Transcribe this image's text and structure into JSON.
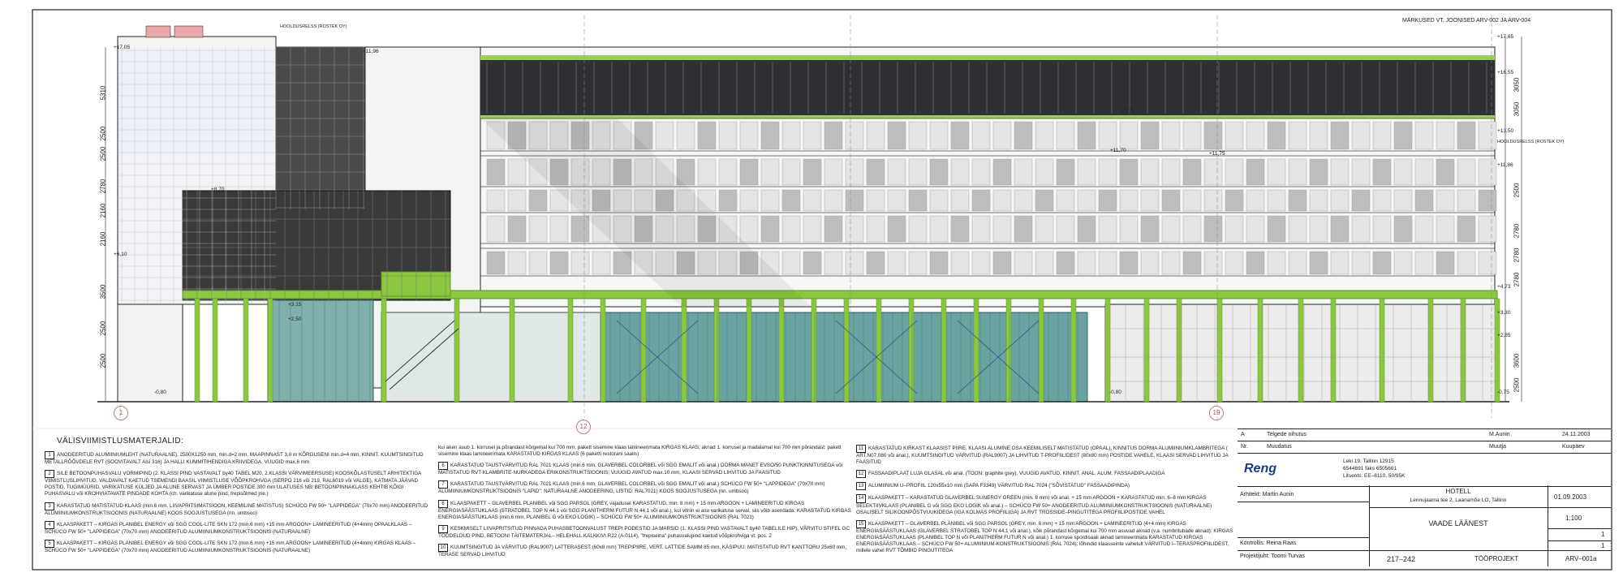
{
  "header_note": "MÄRKUSED VT. JOONISED ARV-002 JA ARV-004",
  "facade_labels": {
    "hooldusrelss_1": "HOOLDUSRELSS (ROSTEK OY)",
    "hooldusrelss_2": "HOOLDUSRELSS (ROSTEK OY)",
    "elev_left": [
      "+17,05",
      "+11,96",
      "+8,70",
      "+6,10",
      "+3,15",
      "+2,50",
      "-0,80"
    ],
    "elev_right": [
      "+17,65",
      "+16,55",
      "+13,50",
      "+11,86",
      "+4,73",
      "+3,30",
      "+2,85",
      "-0,75"
    ],
    "elev_mid": [
      "+11,70",
      "+13,75",
      "+11,75",
      "-0,80"
    ],
    "dims_left": [
      "5310",
      "2500",
      "2500",
      "2780",
      "2160",
      "2160",
      "3500",
      "2500",
      "2500"
    ],
    "dims_right": [
      "3050",
      "3050",
      "2500",
      "2780",
      "2780",
      "2780",
      "3600",
      "2500"
    ],
    "axis_bottom": [
      "1",
      "12",
      "19"
    ]
  },
  "materials_title": "VÄLISVIIMISTLUSMATERJALID:",
  "materials_col1": [
    {
      "n": "1",
      "t": "ANODEERITUD ALUMIINIUMLEHT (NATURAALNE), 2500X1250 mm, min.d=2 mm, MAAPINNAST 3,0 m KÕRGUSENI min.d=4 mm, KINNIT. KUUMTSINGITUD METALLRÕÕVDELE RVT (SOOVITAVALT Alsi 316) JA HALLI KUMMITIHENDIGA KRIIVIDEGA, VUUGID max.6 mm"
    },
    {
      "n": "2",
      "t": "SILE BETOONPUHASVALU VORMIPIND (2. KLASSI PIND VASTAVALT by40 TABEL M20, 2.KLASSI VÄRVIMEERSUSE) KOOSKÕLASTUSELT ARHITEKTIGA VIIMISTLUSLIHVITUD, VALDAVALT KAETUD TSEMENDI BAASIL VIIMISTLUSE VÕÕPKROHVGA (SERPO 216 või 219, RAL6019 või VALGE), KATMATA JÄÄVAD POSTID, TUGIMÜÜRID, VARIKATUSE KÜLJED JA ALUNE SERVAST JA ÜMBER POSTIDE 300 mm ULATUSES NB! BETOONPINNAKLASS KEHTIB KÕIGI PUHASVALU või KROHVIATAVATE PINDADE KOHTA (ch. varikatuse alune pind, trepisõlmed jne.)"
    },
    {
      "n": "3",
      "t": "KARASTATUD MATISTATUD KLAAS (min.6 mm, LIIVAPRITSIMATSIOON, KEEMILINE MATISTUS) SCHÜCO FW 50+ \"LAPPIDEGA\" (70x70 mm) ANODEERITUD ALUMIINIUMKONSTRUKTSIOONIS (NATURAALNE) KOOS SOOJUSTUSEGA (nn. umbsoo)"
    },
    {
      "n": "4",
      "t": "KLAASPAKETT – KIRGAS PLANIBEL ENERGY või SGG COOL-LITE SKN 172 (min.6 mm) +15 mm ARGOON+ LAMINEERITUD (4+4mm) OPAALKLAAS – SCHÜCO FW 50+ \"LAPPIDEGA\" (70x70 mm) ANODEERITUD ALUMIINIUMKONSTRUKTSIOONIS (NATURAALNE)"
    },
    {
      "n": "5",
      "t": "KLAASPAKETT – KIRGAS PLANIBEL ENERGY või SGG COOL-LITE SKN 172 (min.6 mm) +15 mm ARGOON+ LAMINEERITUD (4+4mm) KIRGAS KLAAS – SCHÜCO FW 50+ \"LAPPIDEGA\" (70x70 mm) ANODEERITUD ALUMIINIUMKONSTRUKTSIOONIS (NATURAALNE)"
    }
  ],
  "materials_col2": [
    {
      "n": "",
      "t": "kui aken asub 1. korrusel ja põrandast kõrgemal kui 700 mm: pakett sisemine klaas lamineerimata KIRGAS KLAAS, aknad 1. korrusel ja madalamal kui 700 mm põrandast: pakett sisemine klaas lamineerimata KARASTATUD KIRGAS KLAAS (6 paketti restorani saalis)"
    },
    {
      "n": "6",
      "t": "KARASTATUD TAUSTVÄRVITUD RAL 7021 KLAAS (min.6 mm, GLAVERBEL COLORBEL või SGG EMALIT või anal.) DORMA MANET EVSO/50 PUNKTKINNITUSEGA või MATISTATUD RVT KLAMBRITE-NURKADEGA ERIKONSTRUKTSIOONIS, VUUGID AVATUD max.10 mm, KLAASI SERVAD LIHVITUD JA FAASITUD"
    },
    {
      "n": "7",
      "t": "KARASTATUD TAUSTVÄRVITUD RAL 7021 KLAAS (min.6 mm, GLAVERBEL COLORBEL või SGG EMALIT või anal.) SCHÜCO FW 50+ \"LAPPIDEGA\" (70x70 mm) ALUMIINIUMKONSTRUKTSIOONIS \"LAPID\": NATURAALNE ANODEERING, LISTID: RAL7021) KOOS SOOJUSTUSEGA (nn. umbsoo)"
    },
    {
      "n": "8",
      "t": "KLAASPAKETT – GLAVERBEL PLANIBEL või SGG PARSOL (GREY, vajadusel KARASTATUD, min. 8 mm) + 15 mm ARGOON + LAMINEERITUD KIRGAS ENERGIASÄÄSTUKLAAS (STRATOBEL TOP N 44.1 või SGG PLANITHERM FUTUR N 44.1 või anal.), kui vitriin ei asu varikatuse serval, siis võib asendada: KARASTATUD KIRGAS ENERGIASÄÄSTUKLAAS (min.6 mm, PLANIBEL G või EKO LOGIK) – SCHÜCO FW 50+ ALUMIINIUMKONSTRUKTSIOONIS (RAL 7021)"
    },
    {
      "n": "9",
      "t": "KESKMISELT LIIVAPRITSITUD PINNAGA PUHASBETOONVALUST TREPI PODESTID JA MARSID (1. KLASSI PIND VASTAVALT by40 TABELILE HIP), VÄRVITU STIFEL GC TÖÖDELDUD PIND, BETOONI TÄITEMATERJAL– HELEHALL KALKKIVI R22 (A-0114), \"trepiseina\" puhasvalupind kaetud võõpkrohviga vt. pos. 2"
    },
    {
      "n": "10",
      "t": "KUUMTSINGITUD JA VÄRVITUD (RAL9007) LATTERASEST (60x8 mm) TREPIPIIRE, VERT. LATTIDE SAMM 85 mm, KÄSIPUU: MATISTATUD RVT KANTTORU 25x60 mm, TERASE SERVAD LIHVITUD"
    }
  ],
  "materials_col3": [
    {
      "n": "11",
      "t": "KARASTATUD KIRKAST KLAASIST PIIRE, KLAASI ALUMINE OSA KEEMILISELT MATISTATUD (OPAAL), KINNITUS DORMA ALUMIINIUMKLAMBRITEGA ( ART.N07.080 või anal.), KUUMTSINGITUD VÄRVITUD (RAL9007) JA LIHVITUD T-PROFIILIDEST (80x80 mm) POSTIDE VAHELE, KLAASI SERVAD LIHVITUD JA FAASITUD"
    },
    {
      "n": "12",
      "t": "FASSAADIPLAAT LUJA GLASAL või anal. (TOON: graphite grey), VUUGID AVATUD, KINNIT. ANAL. ALUM. FASSAADIPLAADIGA"
    },
    {
      "n": "13",
      "t": "ALUMIINIUM U–PROFIIL 120x55x10 mm (SAPA F3349) VÄRVITUD RAL 7024 (\"SÕVISTATUD\" FASSAADIPINDA)"
    },
    {
      "n": "14",
      "t": "KLAASPAKETT – KARASTATUD GLAVERBEL SUNERGY GREEN (min. 8 mm) või anal. + 15 mm ARGOON + KARASTATUD min. 6–8 mm KIRGAS SELEKTIIVKLAAS (PLANIBEL G või SGG EKO LOGIK või anal.) – SCHÜCO FW 50+ ANODEERITUD ALUMIINIUMKONSTRUKTSIOONIS (NATURAALNE) OSALISELT SILIKOONPÕSTVUUKIDEGA (IGA KOLMAS PROFIILIGA) JA RVT TROSSIDE–PINGUTITEGA PROFIILIPOSTIDE VAHEL"
    },
    {
      "n": "15",
      "t": "KLAASPAKETT – GLAVERBEL PLANIBEL või SGG PARSOL (GREY, min. 6 mm) + 15 mm ARGOON + LAMINEERITUD (4+4 mm) KIRGAS ENERGIASÄÄSTUKLAAS (GLAVERBEL STRATOBEL TOP N 44.1 või anal.), kõik põrandast kõrgemal kui 700 mm asuvad aknad (v.a. numbritubade aknad): KIRGAS ENERGIASÄÄSTUKLAAS (PLANIBEL TOP N või PLANITHERM FUTUR N või anal.) 1. korruse spordisaali aknad lamineerimata KARASTATUD KIRGAS ENERGIASÄÄSTUKLAAS – SCHÜCO FW 50+ ALUMIINIUM-KONSTRUKTSIOONIS (RAL 7024); lõhindid klaasseinte vahetult VÄRVITUD I–TERASPROFIILIDEST, millele vahel RVT TÕMBID PINGUTITEGA"
    }
  ],
  "revision_table": {
    "rows": [
      {
        "code": "A",
        "desc": "Telgede nihutus",
        "author": "M.Aunin",
        "date": "24.11.2003"
      },
      {
        "code": "Nr.",
        "desc": "Muudatus",
        "author": "Muutja",
        "date": "Kuupäev"
      }
    ]
  },
  "company": {
    "logo_text": "Reng",
    "address": "Leki 19, Tallinn 12915",
    "phone": "6544691 faks 6505661",
    "license": "Litsents: EE–8110, 50/95K"
  },
  "title_block": {
    "arhitekt_label": "Arhitekt: Martin Aunin",
    "kontrollis_label": "Kontrollis: Reina Raas",
    "projektijuht_label": "Projektijuht: Toomi Turvas",
    "project_name": "HOTELL",
    "address": "Lennujaama tee 2, Laanamõe LO, Tallinn",
    "drawing_title": "VAADE LÄÄNEST",
    "date": "01.09.2003",
    "scale": "1:100",
    "project_no": "217–242",
    "stage": "TÖÖPROJEKT",
    "sheet": "1",
    "sheets": "1",
    "drawing_no": "ARV–001a"
  },
  "colors": {
    "green": "#8dc63f",
    "green_dark": "#5a9a2a",
    "teal": "#4f8a8a",
    "dark_glass": "#3c3c3c",
    "panel_grey": "#c8c8c8",
    "line": "#222222"
  }
}
